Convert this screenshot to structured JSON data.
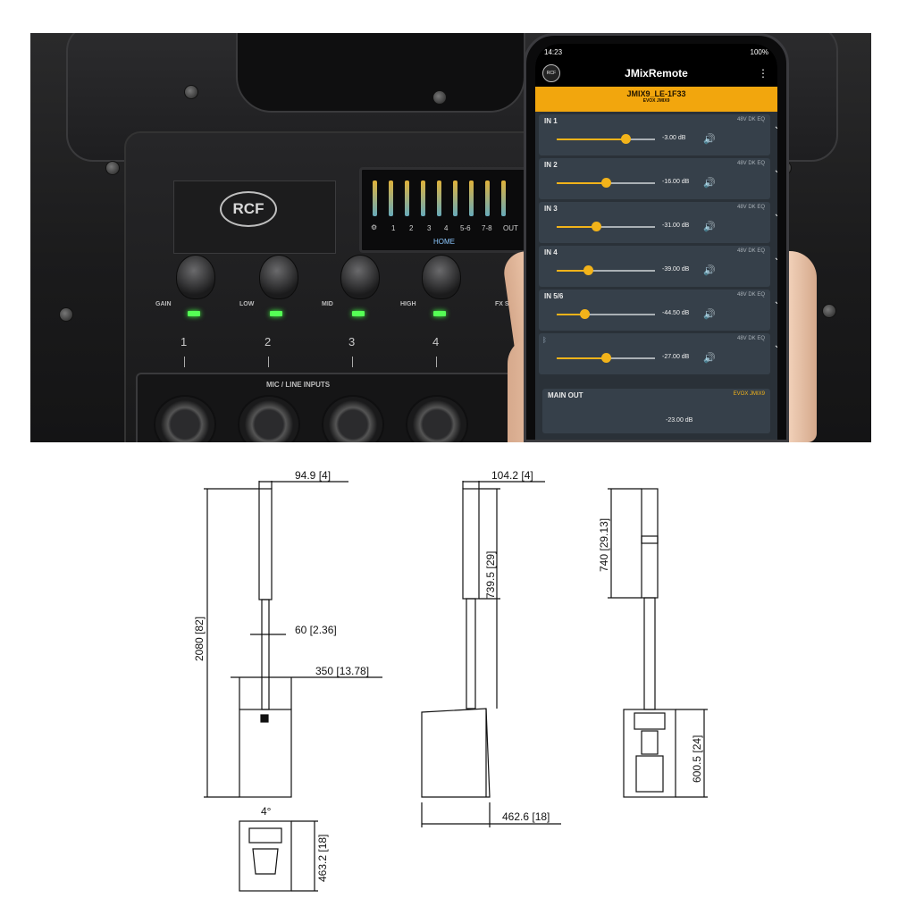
{
  "mixer": {
    "brand": "RCF",
    "knob_labels": [
      "GAIN",
      "LOW",
      "MID",
      "HIGH",
      "FX SE"
    ],
    "channel_numbers": [
      "1",
      "2",
      "3",
      "4"
    ],
    "inputs_label": "MIC / LINE  INPUTS",
    "screen_channels": [
      "1",
      "2",
      "3",
      "4",
      "5-6",
      "7-8",
      "OUT"
    ],
    "screen_home": "HOME"
  },
  "phone": {
    "time": "14:23",
    "battery": "100%",
    "app_title": "JMixRemote",
    "logo_text": "RCF",
    "device_name": "JMIX9_LE-1F33",
    "device_model": "EVOX JMIX9",
    "channels": [
      {
        "name": "IN 1",
        "tags": "48V  DK  EQ",
        "level": 0.7,
        "db": "-3.00 dB"
      },
      {
        "name": "IN 2",
        "tags": "48V  DK  EQ",
        "level": 0.5,
        "db": "-16.00 dB"
      },
      {
        "name": "IN 3",
        "tags": "48V  DK  EQ",
        "level": 0.4,
        "db": "-31.00 dB"
      },
      {
        "name": "IN 4",
        "tags": "48V  DK  EQ",
        "level": 0.32,
        "db": "-39.00 dB"
      },
      {
        "name": "IN 5/6",
        "tags": "48V  DK  EQ",
        "level": 0.28,
        "db": "-44.50 dB"
      },
      {
        "name": "",
        "tags": "48V  DK  EQ",
        "level": 0.5,
        "db": "-27.00 dB"
      }
    ],
    "main_out": {
      "name": "MAIN OUT",
      "tag": "EVOX JMIX9",
      "db": "-23.00 dB"
    }
  },
  "drawings": {
    "front_width": "94.9 [4]",
    "pole_size": "60 [2.36]",
    "base_width": "350 [13.78]",
    "total_height": "2080 [82]",
    "angle": "4°",
    "base_depth": "463.2 [18]",
    "side_width": "104.2 [4]",
    "column_height": "739.5 [29]",
    "side_depth": "462.6 [18]",
    "back_column_height": "740 [29.13]",
    "back_sub_height": "600.5 [24]"
  }
}
